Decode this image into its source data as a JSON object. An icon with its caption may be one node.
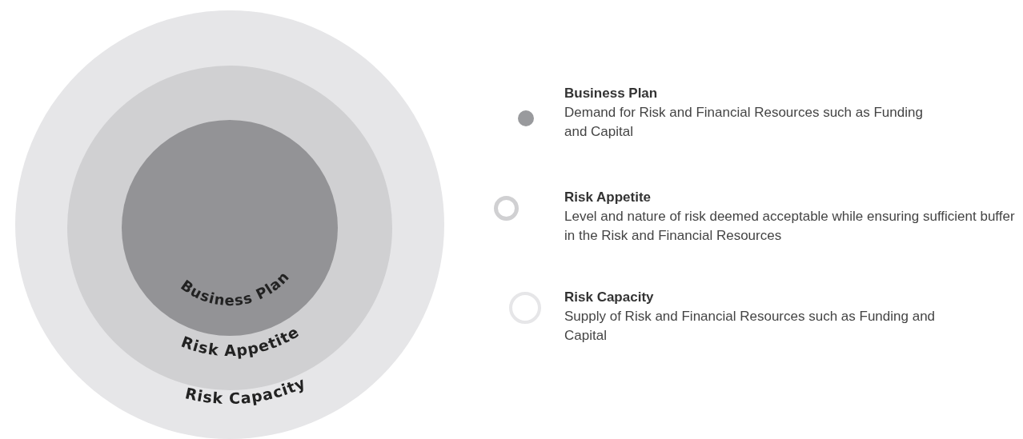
{
  "diagram": {
    "nodes": [
      {
        "text": [
          "Risk Capacity"
        ]
      },
      {
        "text": [
          "Risk Appetite"
        ],
        "in": 0
      },
      {
        "text": [
          "Business Plan"
        ],
        "in": 1
      }
    ],
    "edges": [],
    "labels": [
      "Demand for Risk and Financial Resources such as Funding and Capital",
      "Level and nature of risk deemed acceptable while ensuring sufficient buffer in the Risk and Financial Resources",
      "Supply of Risk and Financial Resources such as Funding and Capital"
    ],
    "legend": [
      {
        "text": "Business Plan",
        "color": "#999a9d"
      },
      {
        "text": "Risk Appetite",
        "color": "#d0d0d2"
      },
      {
        "text": "Risk Capacity",
        "color": "#e6e6e8"
      }
    ]
  }
}
